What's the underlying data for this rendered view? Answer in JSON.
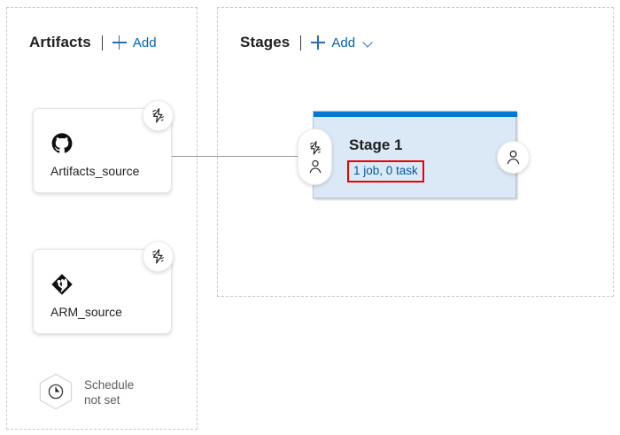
{
  "artifacts_panel": {
    "title": "Artifacts",
    "add_label": "Add",
    "add_icon": "plus-icon",
    "cards": [
      {
        "name": "Artifacts_source",
        "icon": "github-icon",
        "badge_icon": "lightning-bolt-icon"
      },
      {
        "name": "ARM_source",
        "icon": "azure-repos-diamond-icon",
        "badge_icon": "lightning-bolt-icon"
      }
    ],
    "schedule": {
      "label": "Schedule\nnot set",
      "icon": "clock-hexagon-icon"
    }
  },
  "stages_panel": {
    "title": "Stages",
    "add_label": "Add",
    "add_icon": "plus-icon",
    "chevron_icon": "chevron-down-icon",
    "stage": {
      "title": "Stage 1",
      "subtitle": "1 job, 0 task",
      "pre_deployment_icons": [
        "lightning-bolt-icon",
        "person-icon"
      ],
      "post_deployment_icon": "person-icon",
      "highlight_color": "#EC0000",
      "top_bar_color": "#0078D4",
      "body_color": "#DBE9F7",
      "link_color": "#005A9E"
    }
  },
  "colors": {
    "accent": "#0078D4",
    "link": "#005A9E",
    "add_link": "#0063B1",
    "text": "#1F1F1F",
    "muted_text": "#605E5C",
    "panel_border": "#C8C8C8",
    "highlight": "#EC0000"
  }
}
